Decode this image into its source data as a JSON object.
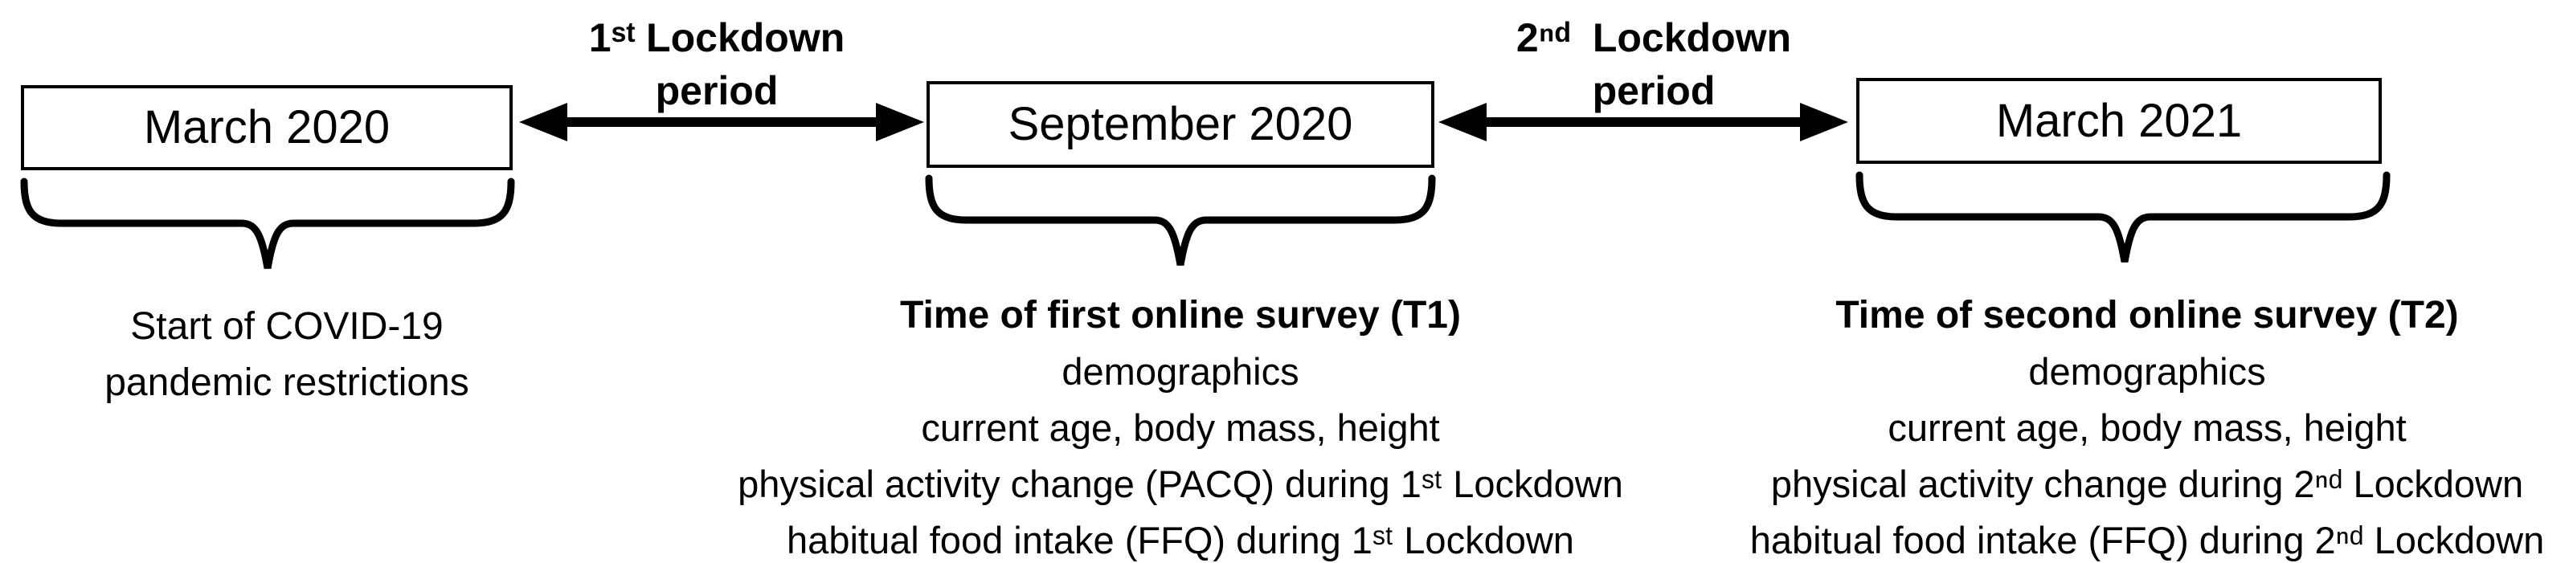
{
  "colors": {
    "ink": "#000000",
    "paper": "#ffffff"
  },
  "timeline": {
    "boxes": [
      {
        "id": "march-2020",
        "label": "March 2020"
      },
      {
        "id": "september-2020",
        "label": "September 2020"
      },
      {
        "id": "march-2021",
        "label": "March 2021"
      }
    ],
    "arrows": [
      {
        "id": "first-lockdown",
        "line1": "1ˢᵗ Lockdown",
        "line2": "period"
      },
      {
        "id": "second-lockdown",
        "line1": "2ⁿᵈ  Lockdown",
        "line2": "period"
      }
    ]
  },
  "annotations": {
    "start_restrictions": {
      "lines": [
        "Start of COVID-19",
        "pandemic restrictions"
      ]
    },
    "t1": {
      "heading": "Time of first online survey (T1)",
      "lines": [
        "demographics",
        "current age, body mass, height",
        "physical activity change (PACQ) during 1ˢᵗ Lockdown",
        "habitual food intake (FFQ) during 1ˢᵗ Lockdown"
      ]
    },
    "t2": {
      "heading": "Time of second online survey (T2)",
      "lines": [
        "demographics",
        "current age, body mass, height",
        "physical activity change during 2ⁿᵈ Lockdown",
        "habitual food intake (FFQ) during 2ⁿᵈ Lockdown"
      ]
    }
  }
}
